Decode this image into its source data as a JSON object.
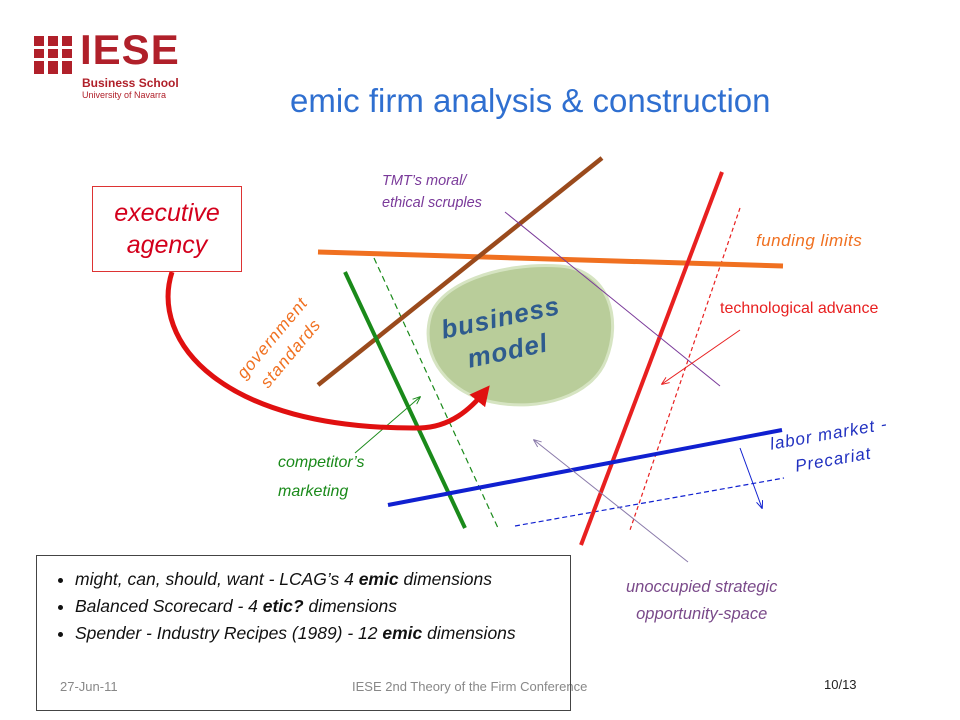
{
  "logo": {
    "word": "IESE",
    "line1": "Business School",
    "line2": "University of Navarra"
  },
  "title": "emic firm analysis & construction",
  "labels": {
    "executive_agency": [
      "executive",
      "agency"
    ],
    "business_model": [
      "business",
      "model"
    ],
    "tmt": [
      "TMT’s moral/",
      "ethical scruples"
    ],
    "funding": "funding limits",
    "tech": "technological advance",
    "government": [
      "government",
      "standards"
    ],
    "competitor": [
      "competitor’s",
      "marketing"
    ],
    "labor": [
      "labor market -",
      "Precariat"
    ],
    "unoccupied": [
      "unoccupied strategic",
      "opportunity-space"
    ]
  },
  "colors": {
    "title": "#2f6fd0",
    "funding": "#f07020",
    "tech": "#e82020",
    "government": "#9a4a1c",
    "competitor": "#1a8a1a",
    "labor": "#1020d0",
    "tmt": "#7a3a9a",
    "executive": "#d3001c",
    "blob": "#b9cd9a"
  },
  "bullets": [
    {
      "pre": "might, can, should, want - LCAG’s 4 ",
      "bold": "emic",
      "post": " dimensions"
    },
    {
      "pre": "Balanced Scorecard - 4 ",
      "bold": "etic?",
      "post": " dimensions"
    },
    {
      "pre": "Spender - Industry Recipes (1989) - 12 ",
      "bold": "emic",
      "post": " dimensions"
    }
  ],
  "footer": {
    "date": "27-Jun-11",
    "conference": "IESE 2nd Theory of the Firm Conference",
    "page": "10/13"
  }
}
